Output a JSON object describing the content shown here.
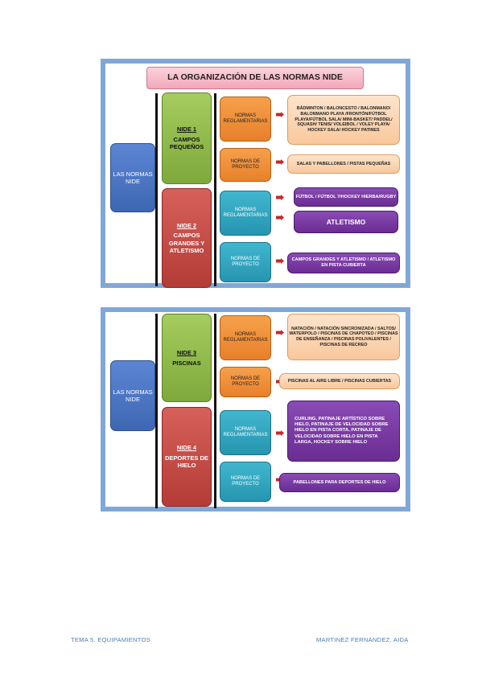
{
  "panel1": {
    "title": "LA ORGANIZACIÓN DE LAS NORMAS NIDE",
    "root": "LAS NORMAS NIDE",
    "nide1": {
      "title": "NIDE 1",
      "sub": "CAMPOS PEQUEÑOS"
    },
    "nide2": {
      "title": "NIDE 2",
      "sub": "CAMPOS GRANDES Y ATLETISMO"
    },
    "n1_reg": "NORMAS REGLAMENTARIAS",
    "n1_reg_detail": "BÁDMINTON / BALONCESTO / BALONMANO/ BALONMANO PLAYA /FRONTÓN/FÚTBOL PLAYA/FÚTBOL SALA/ MINI-BASKET/ PADDEL/ SQUASH/ TENIS/ VOLEIBOL / VOLEY PLAYA/ HOCKEY SALA/ HOCKEY PATINES",
    "n1_proy": "NORMAS DE PROYECTO",
    "n1_proy_detail": "SALAS Y PABELLONES / PISTAS PEQUEÑAS",
    "n2_reg": "NORMAS REGLAMENTARIAS",
    "n2_reg_detail1": "FÚTBOL / FÚTBOL 7/HOCKEY HIERBA/RUGBY",
    "n2_reg_detail2": "ATLETISMO",
    "n2_proy": "NORMAS DE PROYECTO",
    "n2_proy_detail": "CAMPOS GRANDES Y ATLETISMO / ATLETISMO EN PISTA CUBIERTA"
  },
  "panel2": {
    "root": "LAS NORMAS NIDE",
    "nide3": {
      "title": "NIDE 3",
      "sub": "PISCINAS"
    },
    "nide4": {
      "title": "NIDE 4",
      "sub": "DEPORTES DE HIELO"
    },
    "n3_reg": "NORMAS REGLAMENTARIAS",
    "n3_reg_detail": "NATACIÓN / NATACIÓN SINCRONIZADA / SALTOS/ WATERPOLO / PISCINAS DE CHAPOTEO / PISCINAS DE ENSEÑANZA / PISCINAS POLIVALENTES / PISCINAS DE RECREO",
    "n3_proy": "NORMAS DE PROYECTO",
    "n3_proy_detail": "PISCINAS AL AIRE LIBRE / PISCINAS CUBIERTAS",
    "n4_reg": "NORMAS REGLAMENTARIAS",
    "n4_reg_detail": "CURLING, PATINAJE ARTÍSTICO SOBRE HIELO, PATINAJE DE VELOCIDAD SOBRE HIELO EN PISTA CORTA, PATINAJE DE VELOCIDAD SOBRE HIELO EN PISTA LARGA, HOCKEY SOBRE HIELO",
    "n4_proy": "NORMAS DE PROYECTO",
    "n4_proy_detail": "PABELLONES PARA DEPORTES DE HIELO"
  },
  "footer": {
    "left": "TEMA 5. EQUIPAMIENTOS",
    "right": "MARTINEZ FERNANDEZ, AIDA"
  },
  "colors": {
    "panel_border": "#7fa8d8",
    "blue": "#4a73c0",
    "green": "#8fb84a",
    "red": "#c54a44",
    "orange": "#f08f38",
    "teal": "#31a5c0",
    "peach": "#fbd4ad",
    "purple": "#7a3aa3",
    "arrow": "#c62828",
    "footer_text": "#4a7ab3"
  }
}
